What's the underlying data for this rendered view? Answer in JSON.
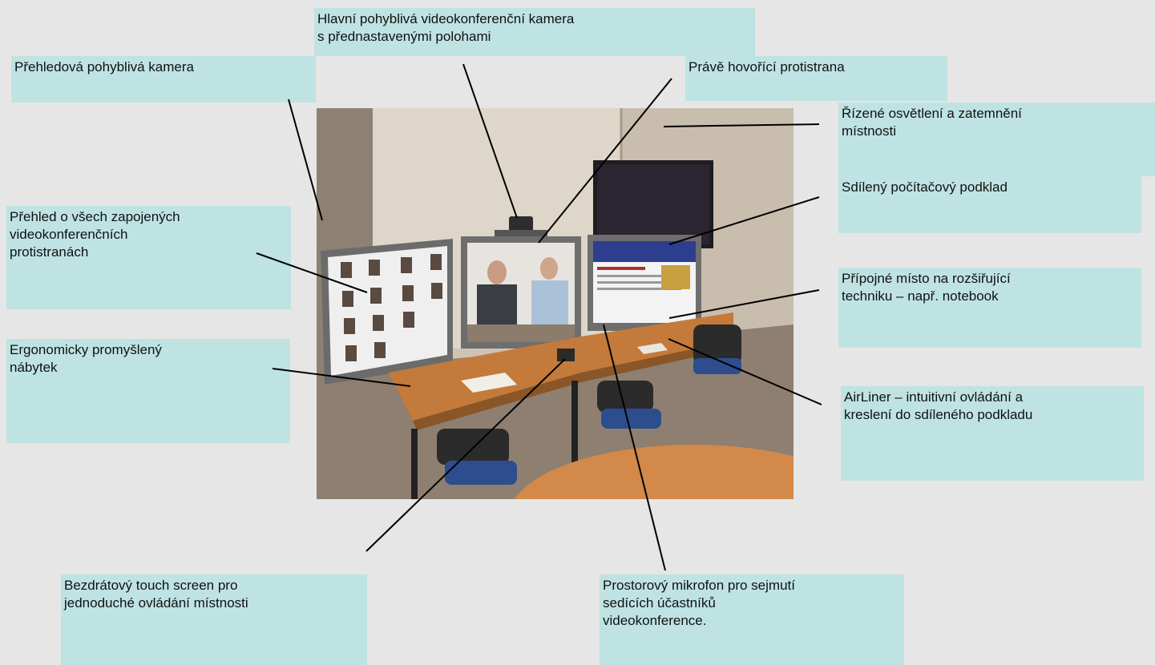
{
  "labels": {
    "overview_camera": "Přehledová pohyblivá kamera",
    "main_camera": "Hlavní pohyblivá videokonferenční kamera\ns přednastavenými polohami",
    "speaking_party": "Právě hovořící protistrana",
    "lighting": "Řízené osvětlení a zatemnění\nmístnosti",
    "shared_document": "Sdílený počítačový podklad",
    "all_parties": "Přehled o všech zapojených\nvideokonferenčních\nprotistranách",
    "connection_point": "Přípojné místo na rozšiřující\ntechniku – např. notebook",
    "furniture": "Ergonomicky promyšlený\nnábytek",
    "airliner": "AirLiner – intuitivní ovládání a\nkreslení do sdíleného podkladu",
    "touch_screen": "Bezdrátový touch screen pro\njednoduché ovládání místnosti",
    "microphone": "Prostorový mikrofon pro sejmutí\nsedících účastníků\nvideokonference."
  },
  "colors": {
    "background": "#e6e6e6",
    "label_fill": "#bfe3e3",
    "leader_line": "#000000"
  }
}
